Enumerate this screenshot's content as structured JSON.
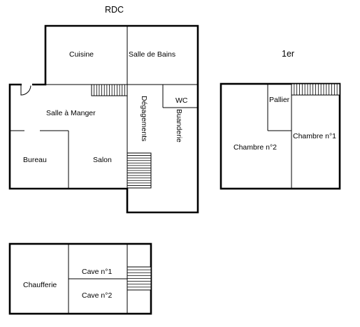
{
  "titles": {
    "ground_floor": "RDC",
    "first_floor": "1er"
  },
  "rooms": {
    "cuisine": "Cuisine",
    "salle_de_bains": "Salle de Bains",
    "wc": "WC",
    "salle_a_manger": "Salle à Manger",
    "degagements": "Dégagements",
    "buanderie": "Buanderie",
    "bureau": "Bureau",
    "salon": "Salon",
    "pallier": "Pallier",
    "chambre_1": "Chambre n°1",
    "chambre_2": "Chambre n°2",
    "chaufferie": "Chaufferie",
    "cave_1": "Cave n°1",
    "cave_2": "Cave n°2"
  }
}
